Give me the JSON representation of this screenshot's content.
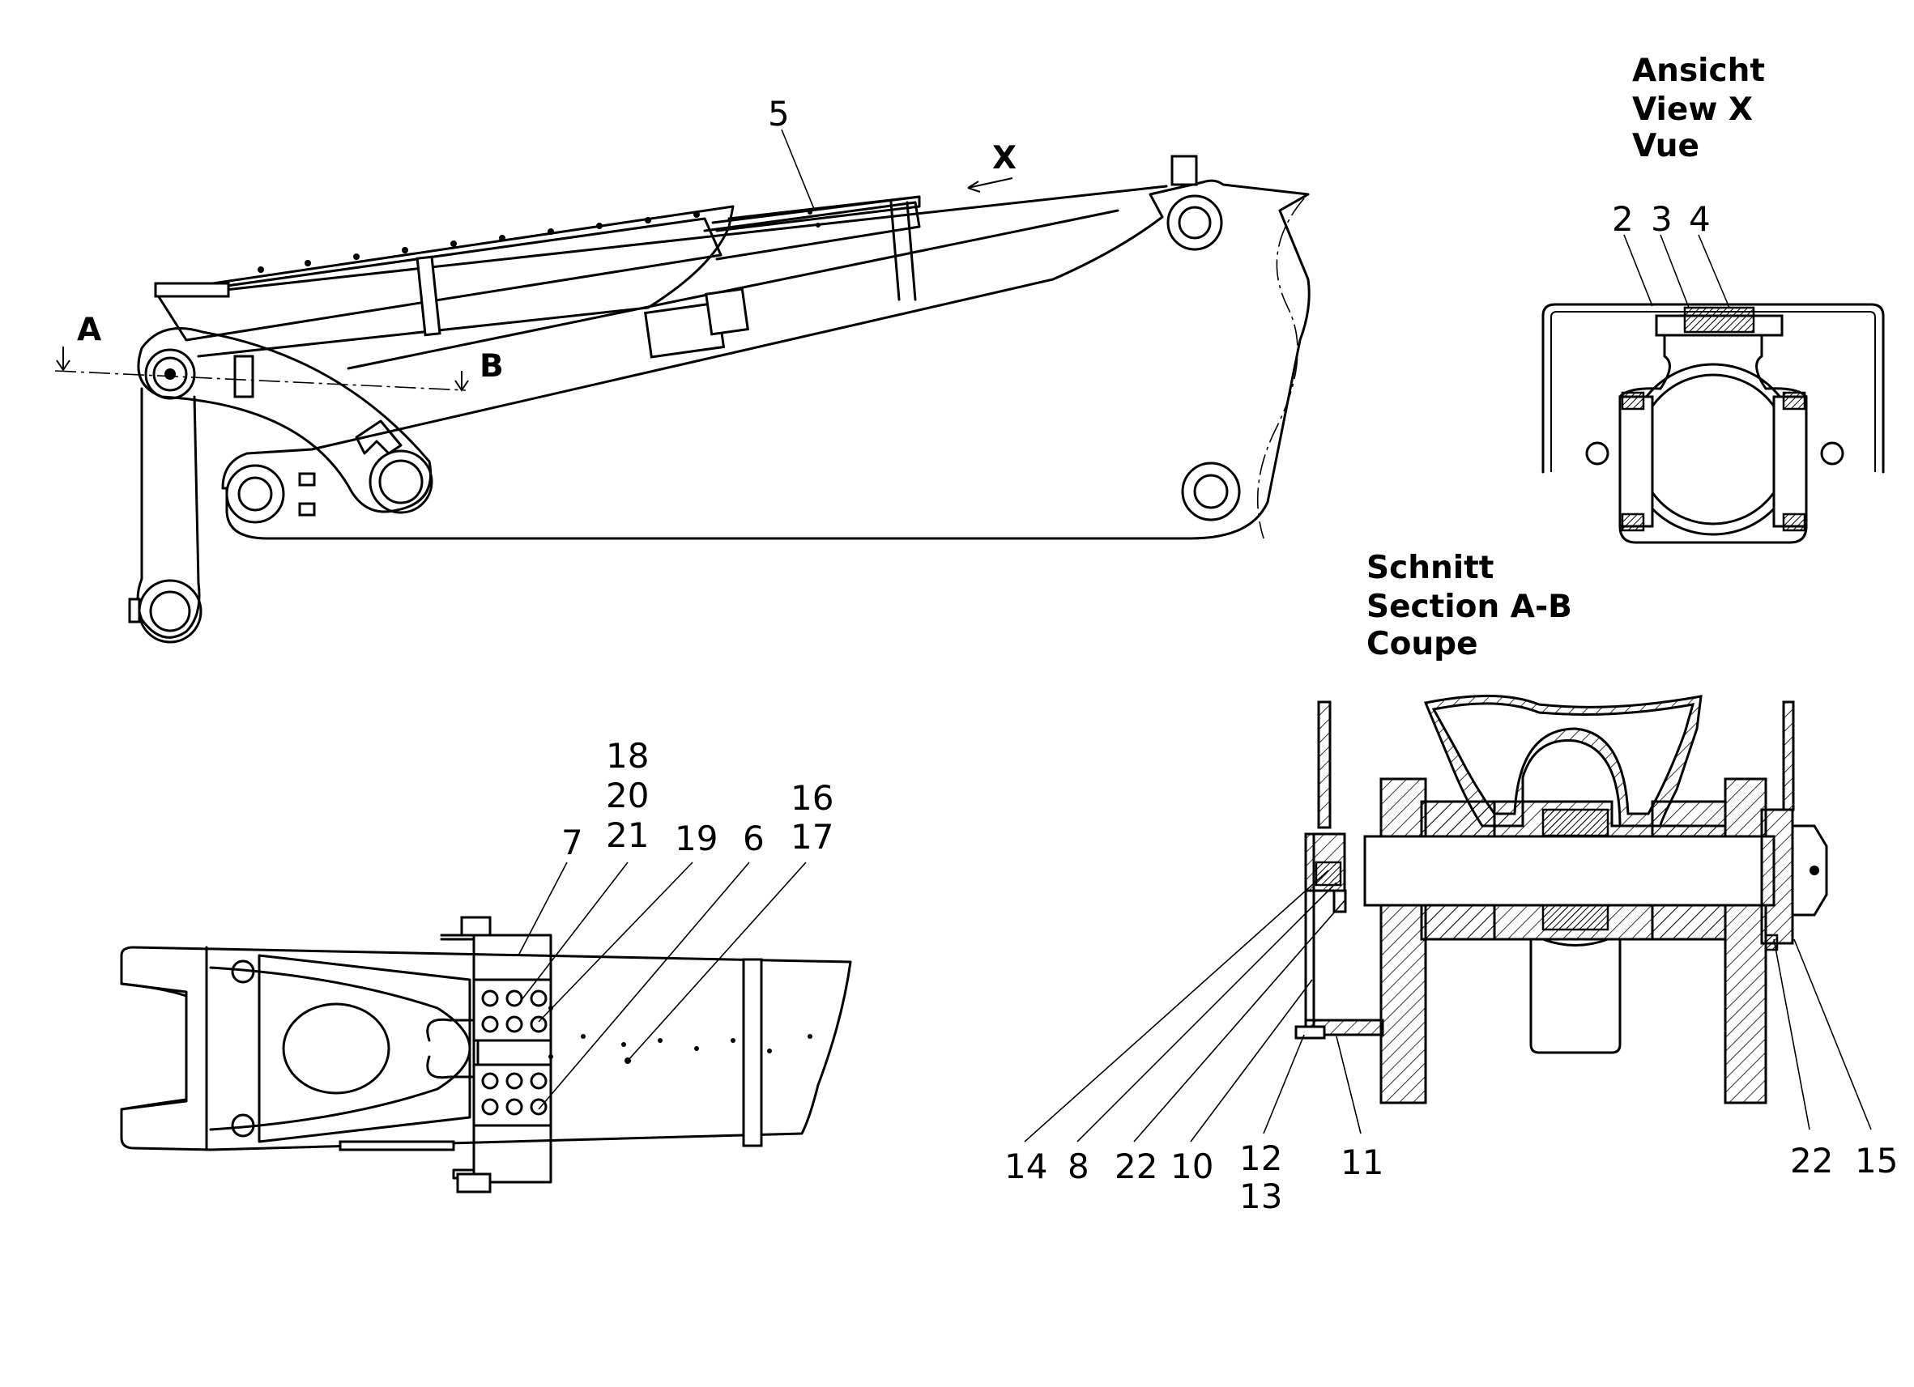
{
  "views": {
    "view_x": {
      "title_de": "Ansicht",
      "title_en": "View  X",
      "title_fr": "Vue"
    },
    "section_ab": {
      "title_de": "Schnitt",
      "title_en": "Section  A-B",
      "title_fr": "Coupe"
    }
  },
  "markers": {
    "a": "A",
    "b": "B",
    "x": "X"
  },
  "callouts": {
    "side": [
      "5"
    ],
    "view_x": [
      "2",
      "3",
      "4"
    ],
    "top": [
      "18",
      "20",
      "21",
      "7",
      "19",
      "6",
      "16",
      "17"
    ],
    "section": [
      "14",
      "8",
      "22",
      "10",
      "12",
      "13",
      "11",
      "22",
      "15"
    ]
  }
}
